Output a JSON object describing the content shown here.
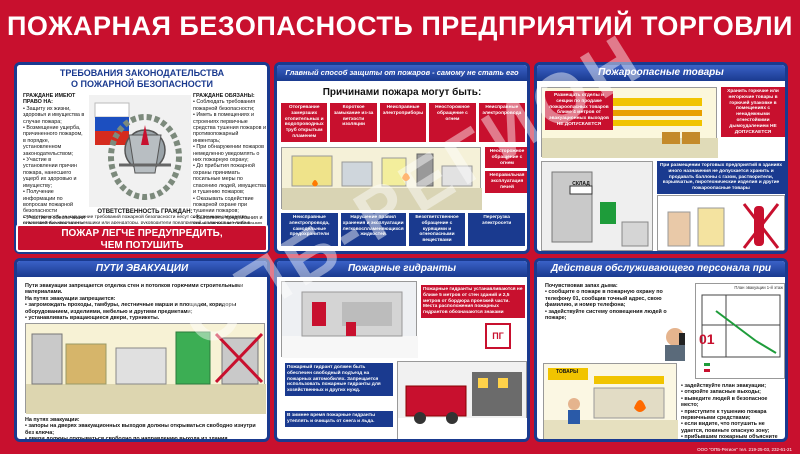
{
  "title": "ПОЖАРНАЯ БЕЗОПАСНОСТЬ ПРЕДПРИЯТИЙ ТОРГОВЛИ",
  "panel1": {
    "head_line1": "ТРЕБОВАНИЯ ЗАКОНОДАТЕЛЬСТВА",
    "head_line2": "О ПОЖАРНОЙ БЕЗОПАСНОСТИ",
    "rights_title": "ГРАЖДАНЕ ИМЕЮТ ПРАВО НА:",
    "rights": [
      "Защиту их жизни, здоровья и имущества в случае пожара;",
      "Возмещение ущерба, причиненного пожаром, в порядке, установленном законодательством;",
      "Участие в установлении причин пожара, нанесшего ущерб их здоровью и имуществу;",
      "Получение информации по вопросам пожарной безопасности",
      "Участие в обеспечении пожарной безопасности"
    ],
    "duties_title": "ГРАЖДАНЕ ОБЯЗАНЫ:",
    "duties": [
      "Соблюдать требования пожарной безопасности;",
      "Иметь в помещениях и строениях первичные средства тушения пожаров и противопожарный инвентарь;",
      "При обнаружении пожаров немедленно уведомлять о них пожарную охрану;",
      "До прибытия пожарной охраны принимать посильные меры по спасению людей, имущества и тушению пожаров;",
      "Оказывать содействие пожарной охране при тушении пожаров;",
      "Выполнять предписания и иные законные требования должностных лиц пожарной охраны"
    ],
    "responsibility_title": "ОТВЕТСТВЕННОСТЬ ГРАЖДАН:",
    "responsibility_text": "Ответственность за нарушение требований пожарной безопасности несут собственники имущества, ответственные квартиросъемщики или арендаторы, руководители предприятий, должностные лица в пределах их компетенции.",
    "responsibility_text2": "За нарушение требований пожарной безопасности граждане могут быть привлечены к дисциплинарной, административной и уголовной ответственности в соответствии с действующим законодательством",
    "slogan_line1": "ПОЖАР ЛЕГЧЕ ПРЕДУПРЕДИТЬ,",
    "slogan_line2": "ЧЕМ ПОТУШИТЬ"
  },
  "panel2": {
    "head": "Главный способ защиты от пожаров - самому не стать его причиной",
    "subhead": "Причинами пожара могут быть:",
    "causes_top": [
      "Отогревание замерзших отопительных и водопроводных труб открытым пламенем",
      "Короткое замыкание из-за ветхости изоляции",
      "Неисправные электроприборы",
      "Неосторожное обращение с огнем",
      "Неисправные электропровода"
    ],
    "causes_right": [
      "Неосторожное обращение с огнем",
      "Неправильная эксплуатация печей"
    ],
    "causes_bottom": [
      "Неисправные электропровода, самодельные предохранители",
      "Нарушение правил хранения и эксплуатации легковоспламеняющихся жидкостей",
      "Безответственное обращение с курящими и огнеопасными веществами",
      "Перегрузка электросети"
    ]
  },
  "panel3": {
    "head": "Пожароопасные товары",
    "box1": "Размещать отделы и секции по продаже пожароопасных товаров ближе 4 метров от эвакуационных выходов НЕ ДОПУСКАЕТСЯ",
    "box2": "Хранить горючие или негорючие товары в горючей упаковке в помещениях с ненадежными огнестойкими дымоудалением НЕ ДОПУСКАЕТСЯ",
    "box3": "При размещении торговых предприятий в зданиях иного назначения не допускается хранить и продавать баллоны с газом, растворители, взрывчатые, пиротехнические изделия и другие пожароопасные товары",
    "sign_text": "СКЛАД"
  },
  "panel4": {
    "head": "ПУТИ ЭВАКУАЦИИ",
    "intro": "Пути эвакуации запрещается отделка стен и потолков горючими строительными материалами.",
    "forbidden_title": "На путях эвакуации запрещается:",
    "forbidden": [
      "загромождать проходы, тамбуры, лестничные марши и площадки, коридоры оборудованием, изделиями, мебелью и другими предметами;",
      "устанавливать вращающиеся двери, турникеты."
    ],
    "bottom_title": "На путях эвакуации:",
    "bottom": [
      "запоры на дверях эвакуационных выходов должны открываться свободно изнутри без ключа;",
      "двери должны открываться свободно по направлению выхода из здания."
    ]
  },
  "panel5": {
    "head": "Пожарные гидранты",
    "box1": "Пожарные гидранты устанавливаются не ближе 5 метров от стен зданий и 2,5 метров от бордюра проезжей части. Места расположения пожарных гидрантов обозначаются знаками",
    "sign": "ПГ",
    "box2": "Пожарный гидрант должен быть обеспечен свободный подъезд на пожарных автомобилях. Запрещается использовать пожарные гидранты для хозяйственных и других нужд.",
    "box3": "В зимнее время пожарные гидранты утеплять и очищать от снега и льда."
  },
  "panel6": {
    "head": "Действия обслуживающего персонала при пожаре",
    "smell_title": "Почувствовав запах дыма:",
    "smell_items": [
      "сообщите о пожаре в пожарную охрану по телефону 01, сообщив точный адрес, свою фамилию, и номер телефона;",
      "задействуйте систему оповещения людей о пожаре;"
    ],
    "phone": "01",
    "plan_label": "План эвакуации 1-й этаж",
    "after_items": [
      "задействуйте план эвакуации;",
      "откройте запасные выходы;",
      "выведите людей в безопасное место;",
      "приступите к тушению пожара первичными средствами;",
      "если видите, что потушить не удается, покиньте опасную зону;",
      "прибывшим пожарным объясните что и где горит."
    ],
    "store_sign": "ТОВАРЫ"
  },
  "footer": "ООО \"ОПБ-Регион\" тел. 219-25-03, 232-61-21",
  "colors": {
    "background": "#c8102e",
    "panel_border": "#1a3a8f",
    "accent_red": "#c8102e",
    "accent_blue": "#1a3a8f"
  }
}
